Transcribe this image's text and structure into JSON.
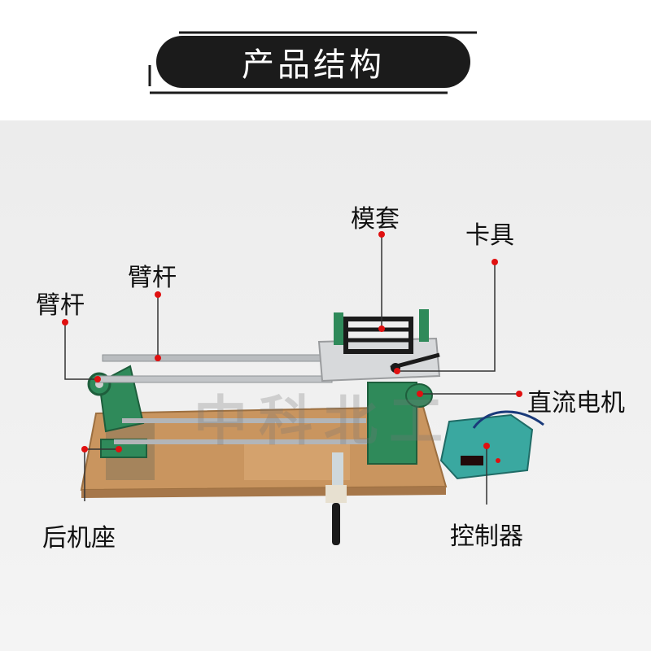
{
  "header": {
    "title": "产品结构"
  },
  "watermark": "中科北工",
  "labels": {
    "mold_sleeve": "模套",
    "clamp": "卡具",
    "arm_upper": "臂杆",
    "arm_left": "臂杆",
    "dc_motor": "直流电机",
    "rear_base": "后机座",
    "controller": "控制器"
  },
  "colors": {
    "pointer_dot": "#e01010",
    "machine_green": "#2f8a5a",
    "wood": "#c9955f"
  }
}
